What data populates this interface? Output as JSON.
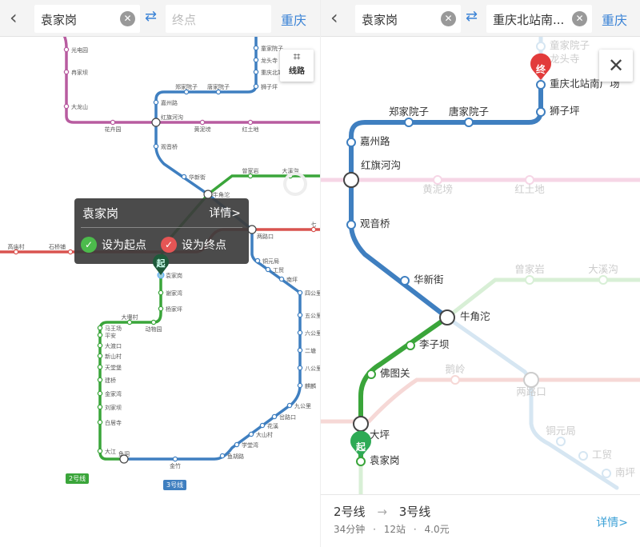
{
  "left": {
    "origin": "袁家岗",
    "origin_clear": "✕",
    "swap": "⇄",
    "destination_placeholder": "终点",
    "city": "重庆",
    "back": "‹",
    "route_button": "线路",
    "popup": {
      "station": "袁家岗",
      "details": "详情>",
      "set_start": "设为起点",
      "set_end": "设为终点"
    },
    "marker_start": "起",
    "line_tags": [
      "2号线",
      "3号线"
    ],
    "stations": {
      "pink": [
        "光电园",
        "冉家坝",
        "大龙山",
        "花卉园",
        "红旗河沟",
        "黄泥塝",
        "红土地"
      ],
      "blue": [
        "童家院子",
        "龙头寺",
        "重庆北站",
        "狮子坪",
        "郑家院子",
        "唐家院子",
        "嘉州路",
        "观音桥",
        "华新街",
        "牛角沱",
        "两路口",
        "铜元局",
        "工贸",
        "南坪",
        "四公里",
        "五公里",
        "六公里",
        "二塘",
        "八公里",
        "麒麟",
        "九公里",
        "岔路口",
        "花溪",
        "大山村",
        "学堂湾",
        "鱼胡路",
        "金竹",
        "鱼洞"
      ],
      "green": [
        "大江",
        "白居寺",
        "刘家坝",
        "金家湾",
        "建桥",
        "天堂堡",
        "新山村",
        "大渡口",
        "平安",
        "马王场",
        "大堰村",
        "动物园",
        "杨家坪",
        "谢家湾",
        "袁家岗",
        "曾家岩",
        "大溪沟"
      ],
      "red": [
        "高庙村",
        "石桥铺",
        "七"
      ]
    }
  },
  "right": {
    "origin": "袁家岗",
    "destination": "重庆北站南...",
    "city": "重庆",
    "back": "‹",
    "swap": "⇄",
    "clear": "✕",
    "close": "✕",
    "marker_end": "终",
    "marker_start": "起",
    "route_stations": [
      "重庆北站南广场",
      "狮子坪",
      "郑家院子",
      "唐家院子",
      "嘉州路",
      "红旗河沟",
      "观音桥",
      "华新街",
      "牛角沱",
      "李子坝",
      "佛图关",
      "大坪",
      "袁家岗"
    ],
    "faded_stations": [
      "童家院子",
      "龙头寺",
      "黄泥塝",
      "红土地",
      "曾家岩",
      "大溪沟",
      "鹅岭",
      "两路口",
      "铜元局",
      "工贸",
      "南坪"
    ],
    "summary": {
      "from_line": "2号线",
      "arrow": "→",
      "to_line": "3号线",
      "duration": "34分钟",
      "stops": "12站",
      "fare": "4.0元",
      "sep": "·",
      "details": "详情>"
    }
  },
  "colors": {
    "blue": "#3f7fc0",
    "green": "#3aa53a",
    "pink": "#b85ca0",
    "red": "#d9534f",
    "link": "#3b83d6"
  }
}
